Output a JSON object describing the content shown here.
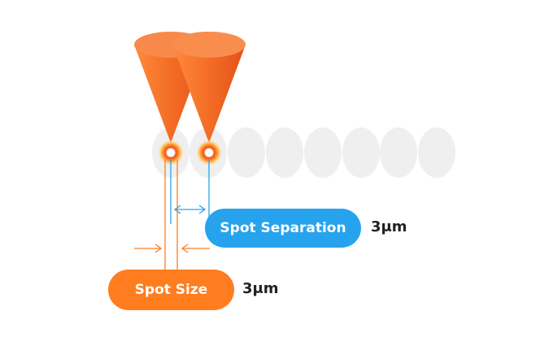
{
  "labels": {
    "spot_separation": "Spot Separation",
    "spot_size": "Spot Size"
  },
  "values": {
    "spot_separation": "3μm",
    "spot_size": "3μm"
  },
  "colors": {
    "orange": "#ff7d1f",
    "orange_dark": "#e8531a",
    "blue": "#27a3ee",
    "spot_gray": "#eeeeee"
  }
}
